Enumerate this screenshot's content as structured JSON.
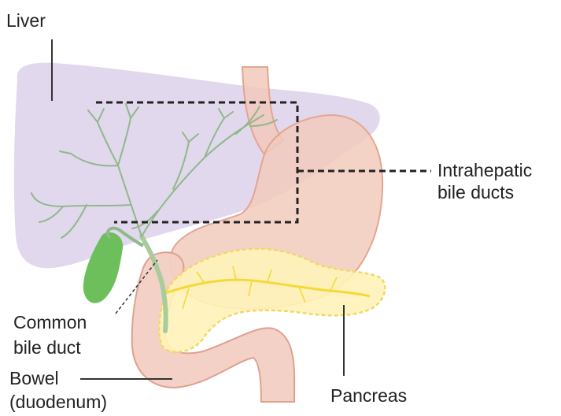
{
  "labels": {
    "liver": "Liver",
    "intrahepatic_line1": "Intrahepatic",
    "intrahepatic_line2": "bile ducts",
    "common_bile_line1": "Common",
    "common_bile_line2": "bile duct",
    "bowel_line1": "Bowel",
    "bowel_line2": "(duodenum)",
    "pancreas": "Pancreas"
  },
  "colors": {
    "liver_fill": "#ddd3ea",
    "stomach_fill": "#f2c9bb",
    "stomach_outline": "#e3a592",
    "bowel_fill": "#f3cfc3",
    "bowel_outline": "#dea08f",
    "pancreas_fill": "#fff3b8",
    "pancreas_outline": "#f0d86a",
    "pancreatic_duct": "#f5d93a",
    "bile_duct": "#8fb98a",
    "gallbladder": "#6cbf5a",
    "leader_line": "#333333"
  }
}
